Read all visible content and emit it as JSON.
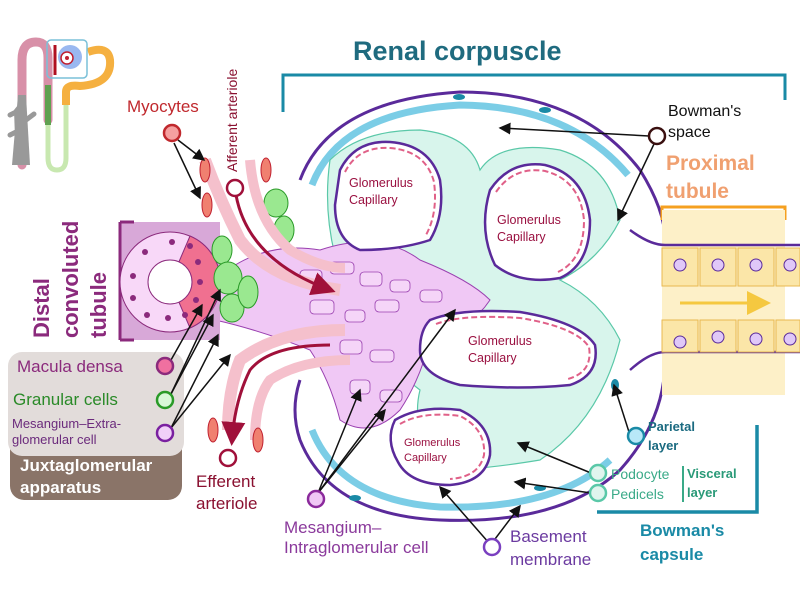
{
  "title": "Renal corpuscle",
  "labels": {
    "myocytes": "Myocytes",
    "afferent_arteriole": "Afferent arteriole",
    "distal_convoluted_tubule": [
      "Distal",
      "convoluted",
      "tubule"
    ],
    "macula_densa": "Macula densa",
    "granular_cells": "Granular cells",
    "mesangium_extraglomerular": [
      "Mesangium–Extra-",
      "glomerular cell"
    ],
    "juxtaglomerular_apparatus": [
      "Juxtaglomerular",
      "apparatus"
    ],
    "efferent_arteriole": [
      "Efferent",
      "arteriole"
    ],
    "mesangium_intraglomerular": [
      "Mesangium–",
      "Intraglomerular cell"
    ],
    "basement_membrane": [
      "Basement",
      "membrane"
    ],
    "bowmans_space": [
      "Bowman's",
      "space"
    ],
    "proximal_tubule": [
      "Proximal",
      "tubule"
    ],
    "parietal_layer": [
      "Parietal",
      "layer"
    ],
    "podocyte": "Podocyte",
    "pedicels": "Pedicels",
    "visceral_layer": [
      "Visceral",
      "layer"
    ],
    "bowmans_capsule": [
      "Bowman's",
      "capsule"
    ],
    "glomerulus_capillary": [
      "Glomerulus",
      "Capillary"
    ]
  },
  "colors": {
    "title": "#1f6b7f",
    "capsule_bracket": "#1a8aa6",
    "proximal_bracket": "#f5a020",
    "arteriole_red": "#a0103a",
    "podocyte_teal": "#5ac8a8",
    "mesangium_purple": "#e8b8f0",
    "jga_box": "#8a7468"
  }
}
